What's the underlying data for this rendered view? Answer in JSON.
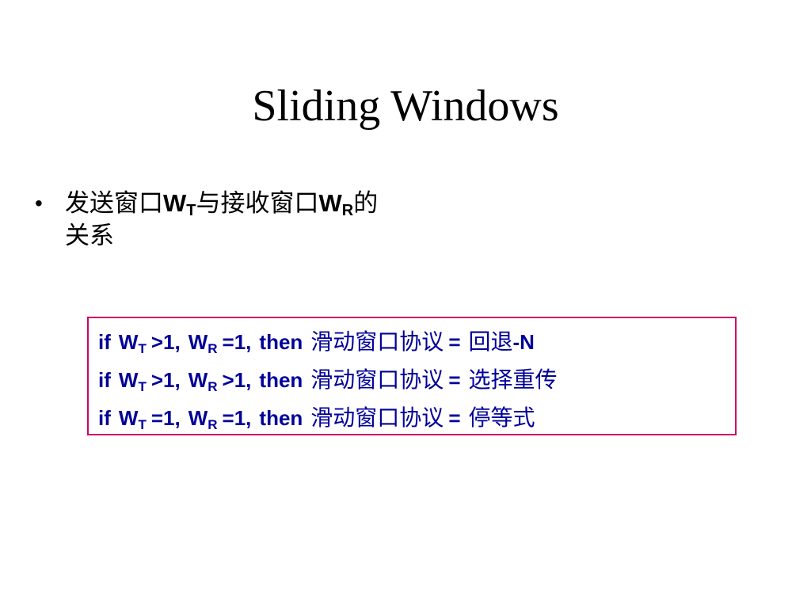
{
  "slide": {
    "title": "Sliding Windows"
  },
  "bullet": {
    "marker": "•",
    "text_part1": "发送窗口",
    "w1": "W",
    "w1_sub": "T",
    "text_part2": "与接收窗口",
    "w2": "W",
    "w2_sub": "R",
    "text_part3": "的",
    "text_line2": "关系"
  },
  "colors": {
    "box_border": "#cc0066",
    "condition_text": "#000099"
  },
  "conditions": [
    {
      "if": "if",
      "wt": "W",
      "wt_sub": "T",
      "wt_cmp": ">1,",
      "wr": "W",
      "wr_sub": "R",
      "wr_cmp": "=1,",
      "then": "then",
      "label": "滑动窗口协议",
      "eq": "=",
      "result_cjk": "回退",
      "result_tail": "-N"
    },
    {
      "if": "if",
      "wt": "W",
      "wt_sub": "T",
      "wt_cmp": ">1,",
      "wr": "W",
      "wr_sub": "R",
      "wr_cmp": ">1,",
      "then": "then",
      "label": "滑动窗口协议",
      "eq": "=",
      "result_cjk": "选择重传",
      "result_tail": ""
    },
    {
      "if": "if",
      "wt": "W",
      "wt_sub": "T",
      "wt_cmp": "=1,",
      "wr": "W",
      "wr_sub": "R",
      "wr_cmp": "=1,",
      "then": "then",
      "label": "滑动窗口协议",
      "eq": "=",
      "result_cjk": "停等式",
      "result_tail": ""
    }
  ]
}
